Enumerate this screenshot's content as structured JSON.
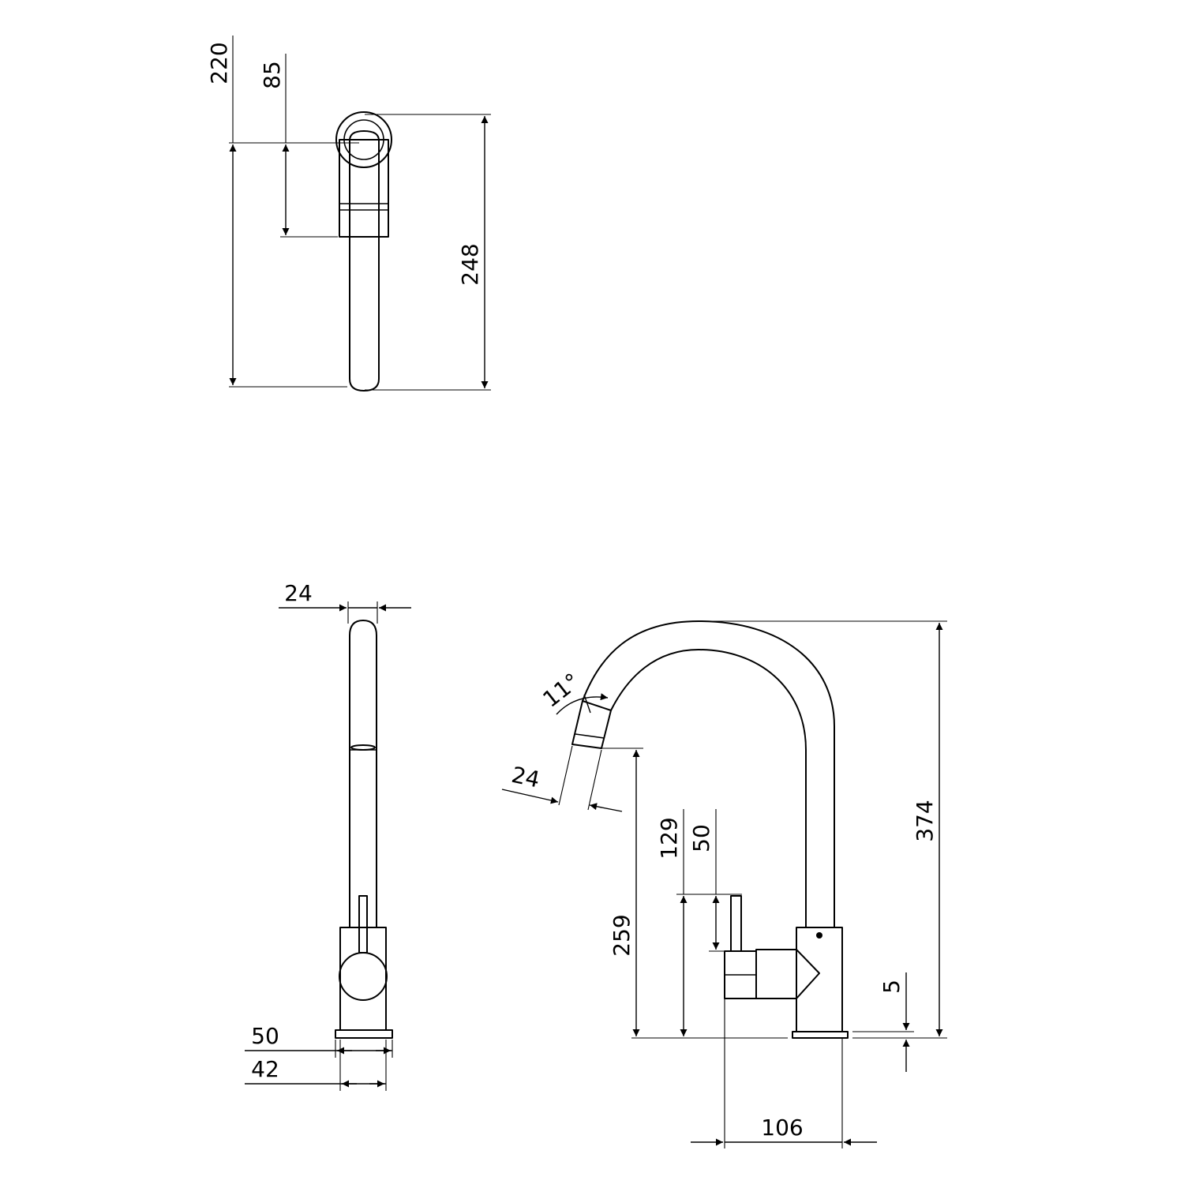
{
  "drawing": {
    "top_view": {
      "dimensions": {
        "overall_height": "220",
        "body_offset": "85",
        "spout_reach": "248"
      }
    },
    "front_view": {
      "dimensions": {
        "spout_width": "24",
        "base_width": "50",
        "body_width": "42"
      }
    },
    "side_view": {
      "dimensions": {
        "tilt_angle": "11°",
        "outlet_width": "24",
        "total_height": "374",
        "spout_clearance": "259",
        "lever_height": "129",
        "lever_offset": "50",
        "base_thickness": "5",
        "body_depth": "106"
      }
    }
  }
}
